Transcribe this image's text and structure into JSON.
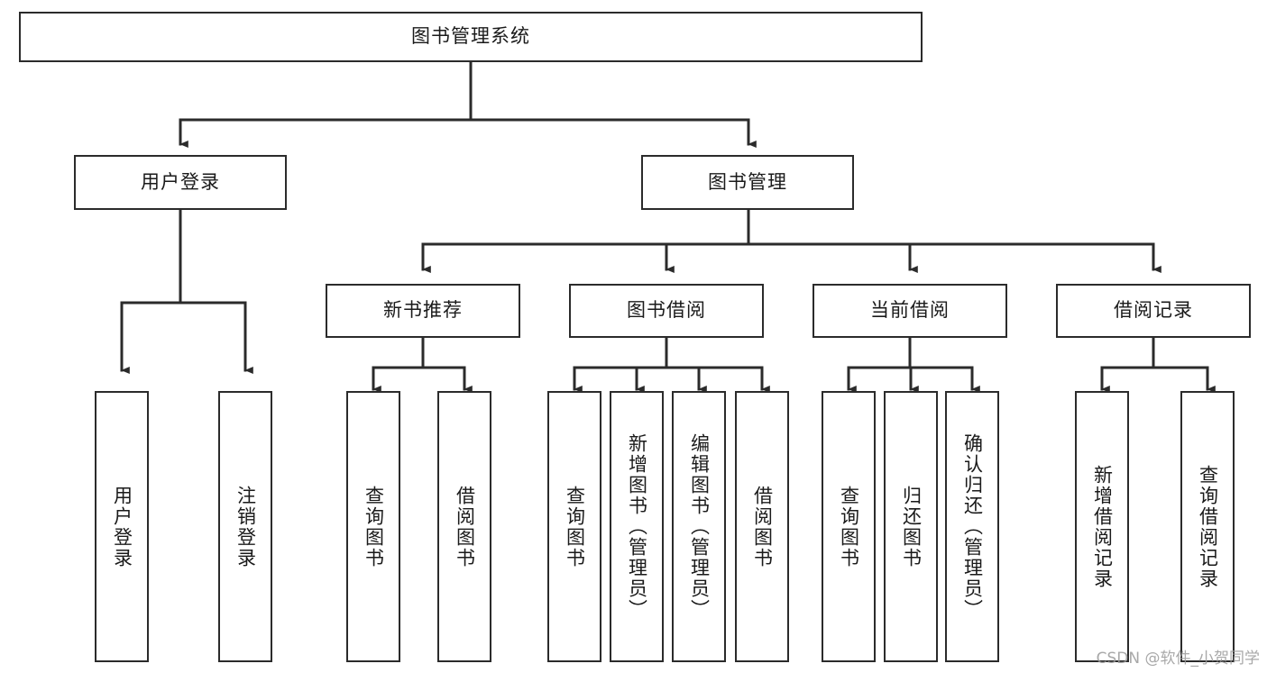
{
  "diagram": {
    "title": "图书管理系统",
    "type": "tree",
    "watermark": "CSDN @软件_小贺同学",
    "colors": {
      "stroke": "#2b2b2b",
      "fill": "#ffffff",
      "text": "#1a1a1a",
      "watermark": "#9a9a9a"
    },
    "nodes": {
      "root": {
        "label": "图书管理系统",
        "orientation": "horizontal"
      },
      "l1": [
        {
          "id": "user_login",
          "label": "用户登录",
          "orientation": "horizontal"
        },
        {
          "id": "book_manage",
          "label": "图书管理",
          "orientation": "horizontal"
        }
      ],
      "l2": [
        {
          "id": "new_book_rec",
          "label": "新书推荐",
          "orientation": "horizontal",
          "parent": "book_manage"
        },
        {
          "id": "book_borrow",
          "label": "图书借阅",
          "orientation": "horizontal",
          "parent": "book_manage"
        },
        {
          "id": "current_borrow",
          "label": "当前借阅",
          "orientation": "horizontal",
          "parent": "book_manage"
        },
        {
          "id": "borrow_record",
          "label": "借阅记录",
          "orientation": "horizontal",
          "parent": "book_manage"
        }
      ],
      "leaves": [
        {
          "id": "leaf_user_login",
          "label": "用户登录",
          "orientation": "vertical",
          "parent": "user_login"
        },
        {
          "id": "leaf_user_logout",
          "label": "注销登录",
          "orientation": "vertical",
          "parent": "user_login"
        },
        {
          "id": "leaf_query_book_1",
          "label": "查询图书",
          "orientation": "vertical",
          "parent": "new_book_rec"
        },
        {
          "id": "leaf_borrow_book_1",
          "label": "借阅图书",
          "orientation": "vertical",
          "parent": "new_book_rec"
        },
        {
          "id": "leaf_query_book_2",
          "label": "查询图书",
          "orientation": "vertical",
          "parent": "book_borrow"
        },
        {
          "id": "leaf_add_book",
          "label": "新增图书（管理员）",
          "orientation": "vertical",
          "parent": "book_borrow"
        },
        {
          "id": "leaf_edit_book",
          "label": "编辑图书（管理员）",
          "orientation": "vertical",
          "parent": "book_borrow"
        },
        {
          "id": "leaf_borrow_book_2",
          "label": "借阅图书",
          "orientation": "vertical",
          "parent": "book_borrow"
        },
        {
          "id": "leaf_query_book_3",
          "label": "查询图书",
          "orientation": "vertical",
          "parent": "current_borrow"
        },
        {
          "id": "leaf_return_book",
          "label": "归还图书",
          "orientation": "vertical",
          "parent": "current_borrow"
        },
        {
          "id": "leaf_confirm_return",
          "label": "确认归还（管理员）",
          "orientation": "vertical",
          "parent": "current_borrow"
        },
        {
          "id": "leaf_add_record",
          "label": "新增借阅记录",
          "orientation": "vertical",
          "parent": "borrow_record"
        },
        {
          "id": "leaf_query_record",
          "label": "查询借阅记录",
          "orientation": "vertical",
          "parent": "borrow_record"
        }
      ]
    }
  }
}
